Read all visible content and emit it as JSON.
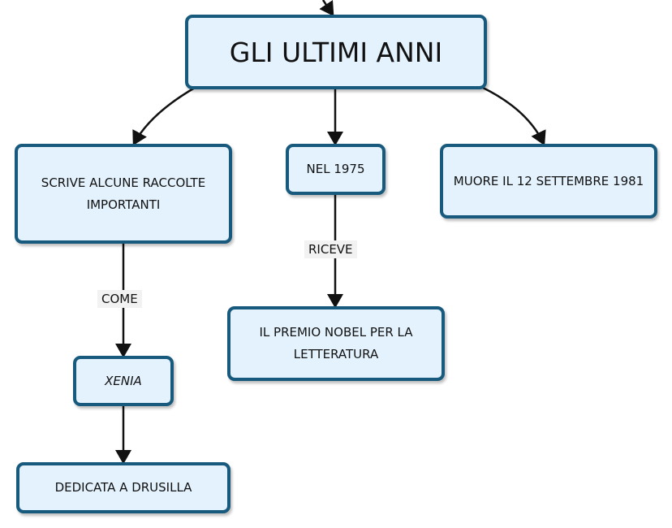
{
  "title": "GLI ULTIMI ANNI",
  "nodes": {
    "raccolte": "SCRIVE ALCUNE RACCOLTE IMPORTANTI",
    "nel1975": "NEL 1975",
    "muore": "MUORE IL 12 SETTEMBRE 1981",
    "xenia": "XENIA",
    "nobel": "IL PREMIO NOBEL PER LA LETTERATURA",
    "drusilla": "DEDICATA A DRUSILLA"
  },
  "links": {
    "come": "COME",
    "riceve": "RICEVE"
  }
}
